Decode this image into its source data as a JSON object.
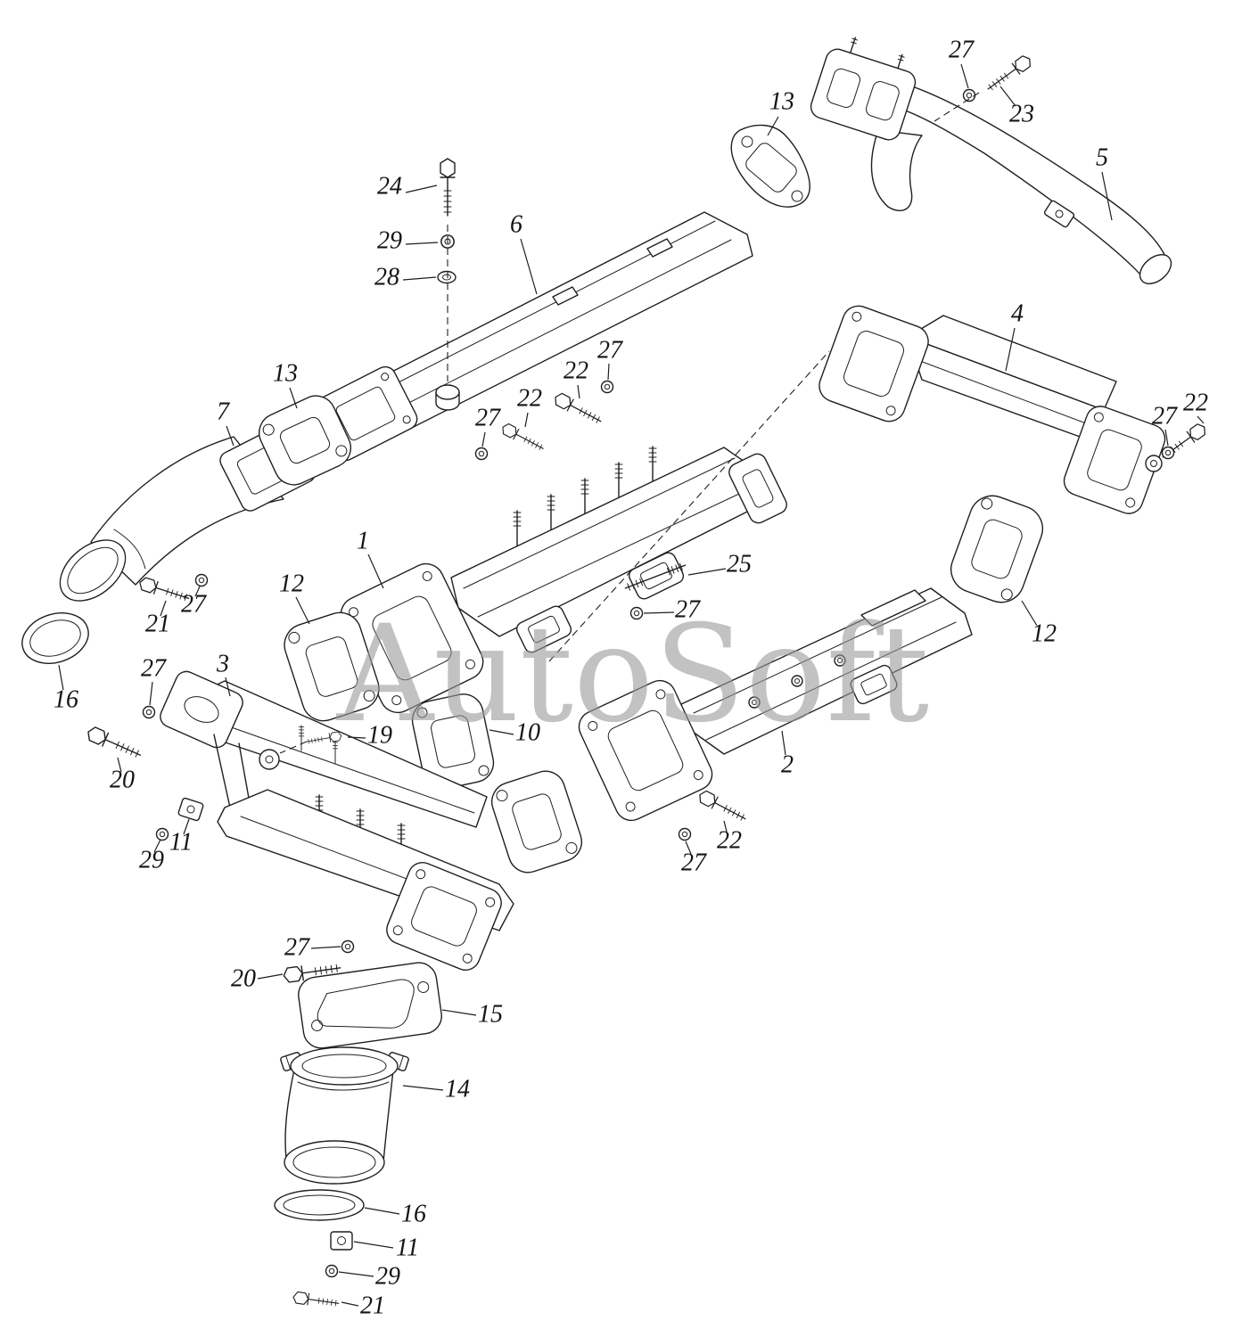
{
  "diagram": {
    "background": "#ffffff",
    "line_color": "#1f1f1f",
    "description": "Exploded parts diagram of intake and exhaust manifold assembly with numbered callouts"
  },
  "watermark": {
    "text": "AutoSoft",
    "color": "#9a9a9a"
  },
  "callouts": {
    "k27_topright": {
      "label": "27"
    },
    "k23": {
      "label": "23"
    },
    "k5": {
      "label": "5"
    },
    "k13_top": {
      "label": "13"
    },
    "k24": {
      "label": "24"
    },
    "k6": {
      "label": "6"
    },
    "k29_top": {
      "label": "29"
    },
    "k28": {
      "label": "28"
    },
    "k13_left": {
      "label": "13"
    },
    "k7": {
      "label": "7"
    },
    "k22_a": {
      "label": "22"
    },
    "k27_a": {
      "label": "27"
    },
    "k22_b": {
      "label": "22"
    },
    "k27_b": {
      "label": "27"
    },
    "k4": {
      "label": "4"
    },
    "k22_right": {
      "label": "22"
    },
    "k27_right": {
      "label": "27"
    },
    "k1": {
      "label": "1"
    },
    "k25": {
      "label": "25"
    },
    "k27_c": {
      "label": "27"
    },
    "k21_left": {
      "label": "21"
    },
    "k27_d": {
      "label": "27"
    },
    "k12_left": {
      "label": "12"
    },
    "k12_right": {
      "label": "12"
    },
    "k16_left": {
      "label": "16"
    },
    "k27_e": {
      "label": "27"
    },
    "k3": {
      "label": "3"
    },
    "k19": {
      "label": "19"
    },
    "k10": {
      "label": "10"
    },
    "k20_top": {
      "label": "20"
    },
    "k2": {
      "label": "2"
    },
    "k11_left": {
      "label": "11"
    },
    "k29_left": {
      "label": "29"
    },
    "k27_f": {
      "label": "27"
    },
    "k22_c": {
      "label": "22"
    },
    "k27_g": {
      "label": "27"
    },
    "k20_bottom": {
      "label": "20"
    },
    "k15": {
      "label": "15"
    },
    "k14": {
      "label": "14"
    },
    "k16_bottom": {
      "label": "16"
    },
    "k11_bottom": {
      "label": "11"
    },
    "k29_bottom": {
      "label": "29"
    },
    "k21_bottom": {
      "label": "21"
    }
  }
}
